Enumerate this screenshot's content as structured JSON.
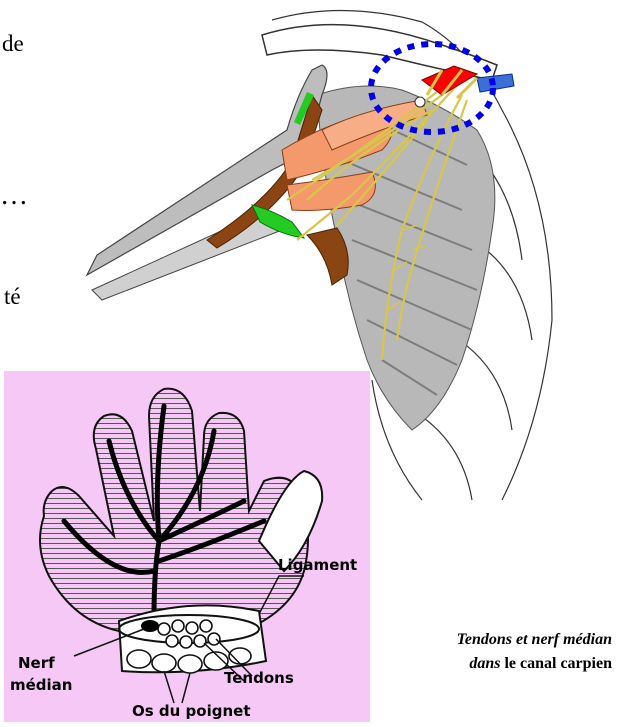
{
  "text_fragments": [
    "de",
    "…",
    "té"
  ],
  "hand_labels": {
    "ligament": "Ligament",
    "nerf": "Nerf",
    "median": "médian",
    "tendons": "Tendons",
    "os": "Os du poignet"
  },
  "caption": {
    "line1_italic": "Tendons et nerf médian",
    "line2_italic": "dans",
    "line2_bold": "le canal carpien"
  },
  "colors": {
    "hand_background": "#f5c8f5",
    "nerve": "#f0e68c",
    "muscle_orange": "#f4996b",
    "muscle_brown": "#8b4513",
    "muscle_green": "#22cc22",
    "artery_red": "#ff0000",
    "vein_blue": "#3a6fd8",
    "highlight_circle": "#0000ee"
  }
}
